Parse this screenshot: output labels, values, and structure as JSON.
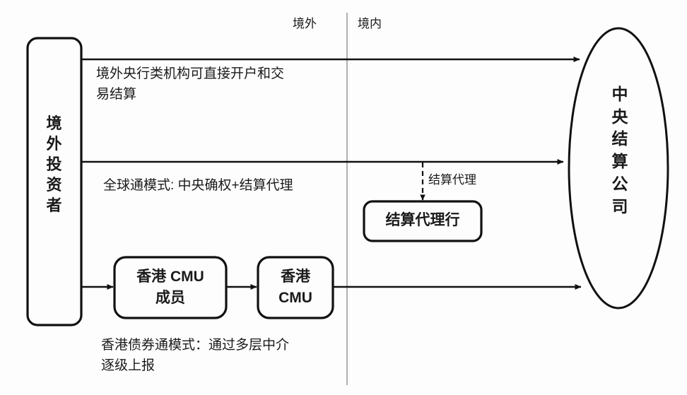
{
  "diagram": {
    "background_color": "#fdfdfd",
    "stroke_color": "#111111",
    "divider_color": "#b3b3b3",
    "zones": {
      "offshore_label": "境外",
      "onshore_label": "境内"
    },
    "nodes": {
      "foreign_investor": "境外投资者",
      "central_clearing": "中央结算公司",
      "cmu_member": "香港 CMU\n成员",
      "hk_cmu": "香港\nCMU",
      "settlement_agent_bank": "结算代理行"
    },
    "edges": {
      "central_bank_direct": "境外央行类机构可直接开户和交\n易结算",
      "global_access_mode": "全球通模式: 中央确权+结算代理",
      "bond_connect_mode": "香港债券通模式：通过多层中介\n逐级上报",
      "settlement_agent": "结算代理"
    }
  }
}
